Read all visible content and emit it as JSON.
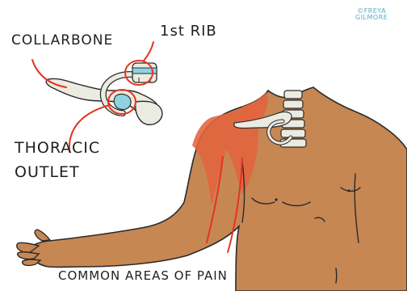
{
  "labels": {
    "collarbone": "COLLARBONE",
    "first_rib": "1st RIB",
    "thoracic": "THORACIC",
    "outlet": "OUTLET",
    "pain_areas": "COMMON AREAS OF PAIN"
  },
  "credit": {
    "line1": "©FREYA",
    "line2": "GILMORE"
  },
  "colors": {
    "skin": "#c78752",
    "pain": "#e2643d",
    "bone": "#ecebe2",
    "cartilage": "#8fd2e0",
    "highlight": "#e53322",
    "ink": "#2a2a2a"
  }
}
